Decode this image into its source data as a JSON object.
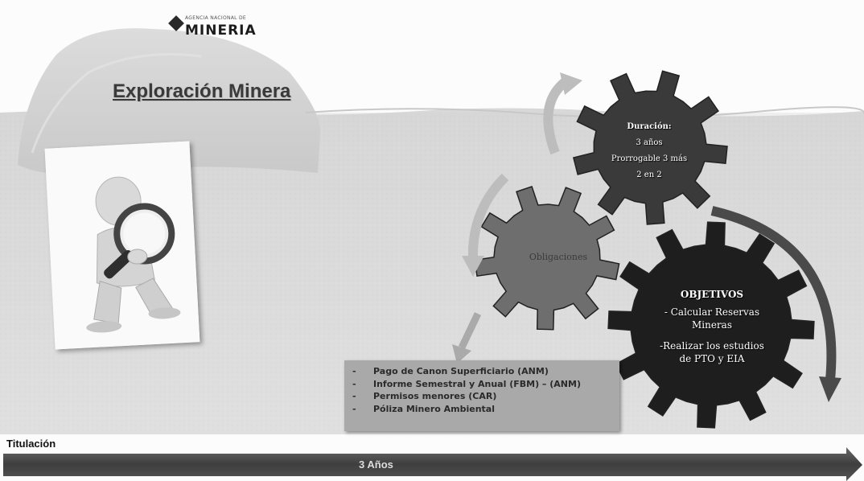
{
  "logo": {
    "agency": "AGENCIA NACIONAL DE",
    "name": "MINERIA"
  },
  "title": "Exploración Minera",
  "gears": {
    "duracion": {
      "heading": "Duración:",
      "lines": [
        "3 años",
        "Prorrogable 3 más",
        "2 en 2"
      ]
    },
    "obligaciones": {
      "label": "Obligaciones"
    },
    "objetivos": {
      "heading": "OBJETIVOS",
      "lines": [
        "- Calcular Reservas",
        "Mineras",
        "-Realizar los estudios",
        "de PTO y EIA"
      ]
    }
  },
  "obligations_list": {
    "items": [
      {
        "bullet": "-",
        "text": "Pago de Canon Superficiario (ANM)"
      },
      {
        "bullet": "-",
        "text": "Informe Semestral y Anual (FBM) – (ANM)"
      },
      {
        "bullet": "-",
        "text": "Permisos menores (CAR)"
      },
      {
        "bullet": "-",
        "text": "Póliza Minero Ambiental"
      }
    ]
  },
  "timeline": {
    "label": "Titulación",
    "duration": "3 Años"
  },
  "colors": {
    "gear_dark": "#3a3a3a",
    "gear_mid": "#6e6e6e",
    "gear_black": "#1e1e1e",
    "band": "#d4d4d4",
    "bar": "#4a4a4a"
  }
}
